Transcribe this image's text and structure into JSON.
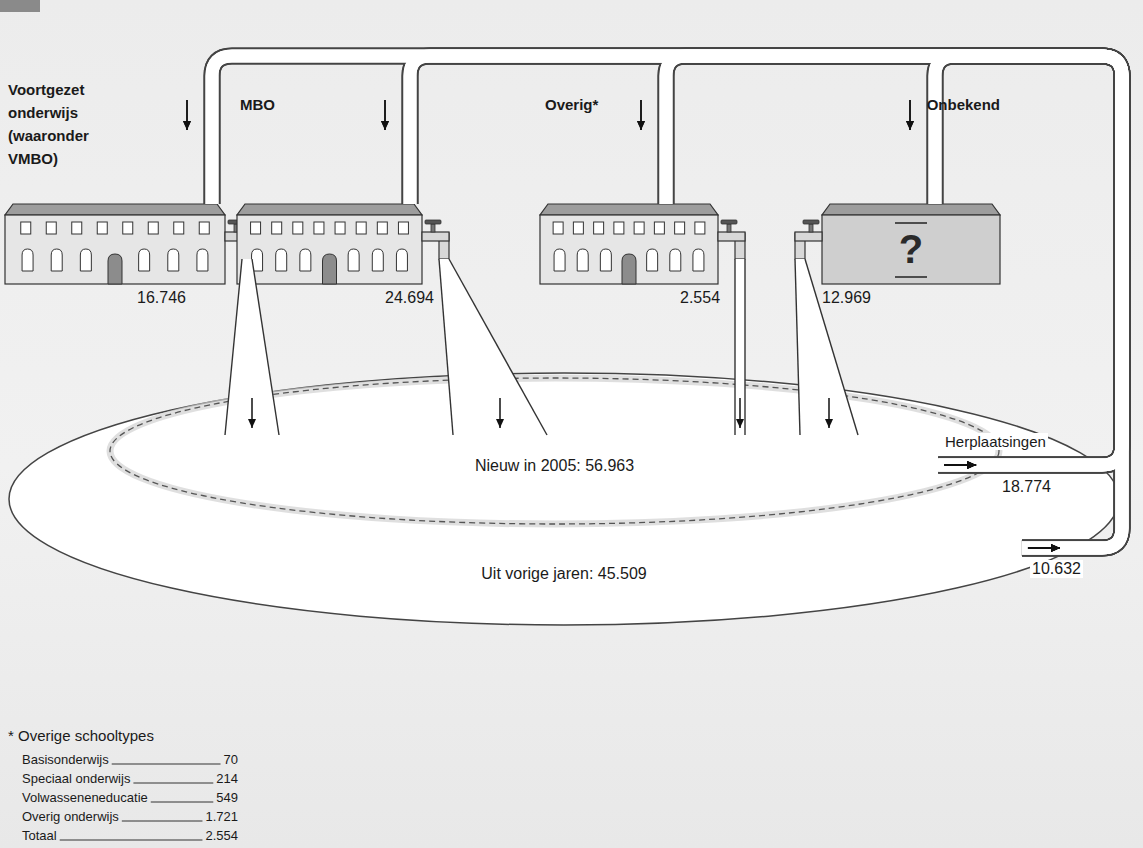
{
  "diagram": {
    "nodes": [
      {
        "text": [
          "Voortgezet onderwijs (waaronder VMBO)"
        ]
      },
      {
        "text": [
          "MBO"
        ]
      },
      {
        "text": [
          "Overig*"
        ]
      },
      {
        "text": [
          "Onbekend",
          "?"
        ]
      },
      {
        "text": [
          "Uit vorige jaren: 45.509"
        ]
      },
      {
        "text": [
          "Nieuw in 2005: 56.963"
        ],
        "in": 4
      }
    ],
    "edges": [
      {
        "from": 0,
        "to": 5,
        "arrow": "to",
        "label": "16.746"
      },
      {
        "from": 1,
        "to": 5,
        "arrow": "to",
        "label": "24.694"
      },
      {
        "from": 2,
        "to": 5,
        "arrow": "to",
        "label": "2.554"
      },
      {
        "from": 3,
        "to": 5,
        "arrow": "to",
        "label": "12.969"
      },
      {
        "from": 5,
        "to": 0,
        "arrow": "to"
      },
      {
        "from": 5,
        "to": 1,
        "arrow": "to"
      },
      {
        "from": 5,
        "to": 2,
        "arrow": "to"
      },
      {
        "from": 5,
        "to": 3,
        "arrow": "to"
      },
      {
        "from": 4,
        "to": 0,
        "arrow": "to"
      },
      {
        "from": 4,
        "to": 1,
        "arrow": "to"
      },
      {
        "from": 4,
        "to": 2,
        "arrow": "to"
      },
      {
        "from": 4,
        "to": 3,
        "arrow": "to"
      }
    ],
    "labels": [
      "Herplaatsingen",
      "18.774",
      "10.632",
      "* Overige schooltypes",
      "Basisonderwijs",
      "70",
      "Speciaal onderwijs",
      "214",
      "Volwasseneneducatie",
      "549",
      "Overig onderwijs",
      "1.721",
      "Totaal",
      "2.554"
    ]
  }
}
